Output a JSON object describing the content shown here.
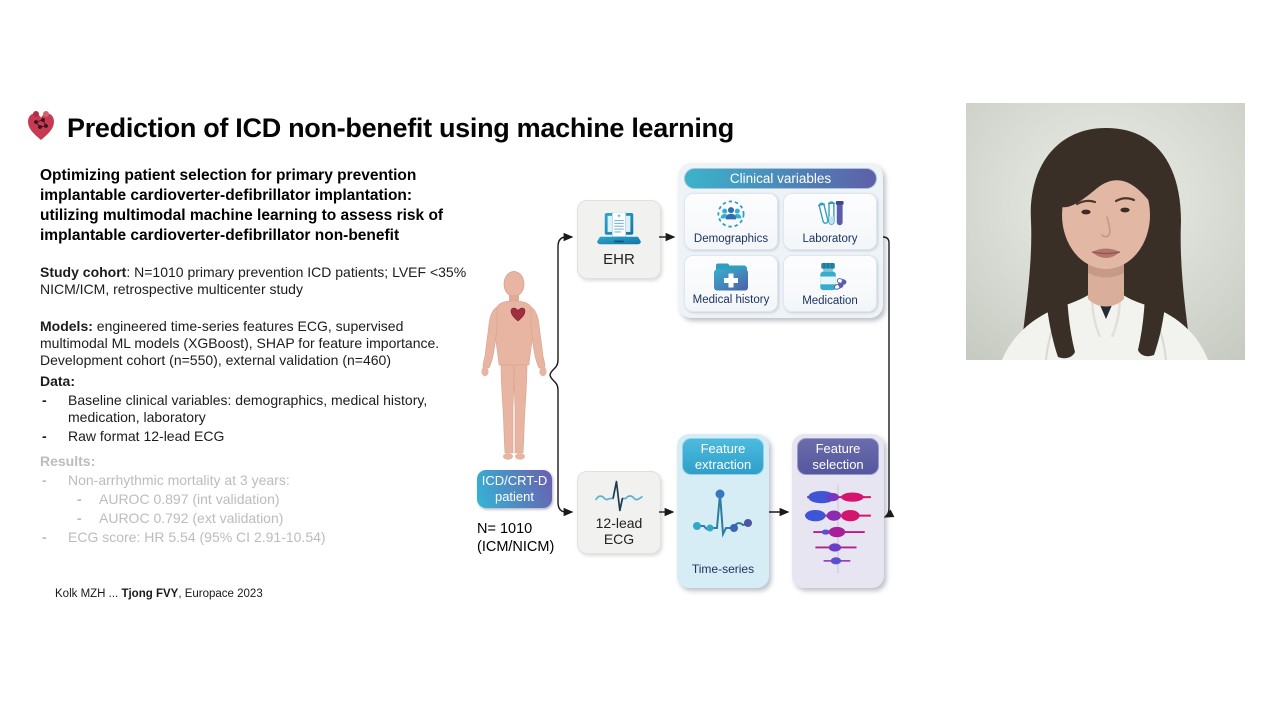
{
  "slide": {
    "title": "Prediction of ICD non-benefit using machine learning",
    "abstract": "Optimizing patient selection for primary prevention implantable cardioverter-defibrillator implantation: utilizing multimodal machine learning to assess risk of implantable cardioverter-defibrillator non-benefit",
    "bullet_char": "-",
    "study_cohort": {
      "label": "Study cohort",
      "text": ": N=1010 primary prevention ICD patients; LVEF <35% NICM/ICM, retrospective multicenter study"
    },
    "models": {
      "label": "Models:",
      "text": " engineered time-series features ECG, supervised multimodal ML models (XGBoost), SHAP for feature importance. Development cohort (n=550), external validation (n=460)"
    },
    "data": {
      "label": "Data:",
      "bullets": [
        "Baseline clinical variables: demographics, medical history, medication, laboratory",
        "Raw format 12-lead ECG"
      ]
    },
    "results": {
      "label": "Results:",
      "bullet1": "Non-arrhythmic mortality at 3 years:",
      "sub_bullets": [
        "AUROC 0.897 (int validation)",
        "AUROC 0.792 (ext validation)"
      ],
      "bullet2": "ECG score: HR 5.54 (95% CI 2.91-10.54)"
    },
    "citation": {
      "prefix": "Kolk MZH ... ",
      "bold": "Tjong FVY",
      "suffix": ", Europace 2023"
    }
  },
  "diagram": {
    "patient_badge": {
      "line1": "ICD/CRT-D",
      "line2": "patient"
    },
    "patient_n": {
      "line1": "N= 1010",
      "line2": "(ICM/NICM)"
    },
    "ehr": {
      "label": "EHR"
    },
    "ecg": {
      "line1": "12-lead",
      "line2": "ECG"
    },
    "clinical_variables": {
      "title": "Clinical variables",
      "items": [
        {
          "label": "Demographics",
          "icon": "population-icon"
        },
        {
          "label": "Laboratory",
          "icon": "test-tubes-icon"
        },
        {
          "label": "Medical history",
          "icon": "medical-folder-icon"
        },
        {
          "label": "Medication",
          "icon": "pill-bottle-icon"
        }
      ]
    },
    "feature_extraction": {
      "title": "Feature extraction",
      "item_label": "Time-series"
    },
    "feature_selection": {
      "title": "Feature selection"
    }
  },
  "colors": {
    "header_gradient_start": "#3ab4ca",
    "header_gradient_end": "#5e5fa9",
    "feature_extraction_header": "#3aaed4",
    "feature_selection_header": "#5d5fa9",
    "results_gray": "#bcbcbc",
    "diagram_label_navy": "#1d3461"
  }
}
